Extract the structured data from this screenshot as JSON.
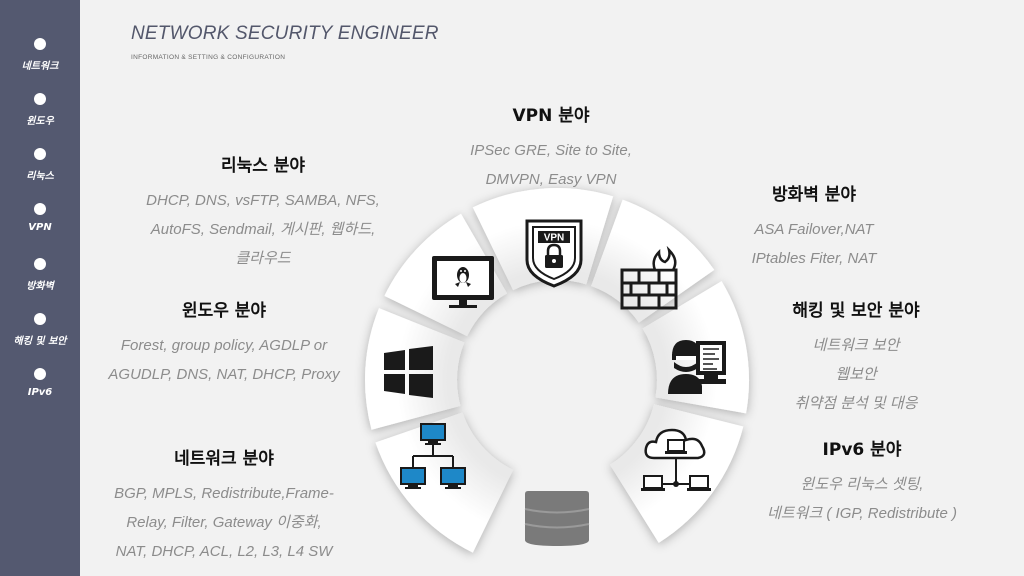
{
  "header": {
    "title": "NETWORK SECURITY ENGINEER",
    "subtitle": "INFORMATION & SETTING & CONFIGURATION"
  },
  "sidebar": {
    "items": [
      {
        "label": "네트워크"
      },
      {
        "label": "윈도우"
      },
      {
        "label": "리눅스"
      },
      {
        "label": "VPN"
      },
      {
        "label": "방화벽"
      },
      {
        "label": "해킹 및 보안"
      },
      {
        "label": "IPv6"
      }
    ]
  },
  "categories": {
    "vpn": {
      "title": "VPN 분야",
      "lines": [
        "IPSec GRE, Site to Site,",
        "DMVPN, Easy VPN"
      ]
    },
    "linux": {
      "title": "리눅스 분야",
      "lines": [
        "DHCP, DNS, vsFTP, SAMBA, NFS,",
        "AutoFS, Sendmail, 게시판, 웹하드,",
        "클라우드"
      ]
    },
    "firewall": {
      "title": "방화벽 분야",
      "lines": [
        "ASA Failover,NAT",
        "IPtables Fiter, NAT"
      ]
    },
    "windows": {
      "title": "윈도우 분야",
      "lines": [
        "Forest, group policy, AGDLP or",
        "AGUDLP, DNS, NAT, DHCP, Proxy"
      ]
    },
    "hacking": {
      "title": "해킹 및 보안 분야",
      "lines": [
        "네트워크 보안",
        "웹보안",
        "취약점 분석 및 대응"
      ]
    },
    "network": {
      "title": "네트워크 분야",
      "lines": [
        "BGP, MPLS, Redistribute,Frame-",
        "Relay, Filter, Gateway 이중화,",
        "NAT, DHCP, ACL, L2, L3, L4 SW"
      ]
    },
    "ipv6": {
      "title": "IPv6 분야",
      "lines": [
        "윈도우 리눅스 셋팅,",
        "네트워크 ( IGP, Redistribute )"
      ]
    }
  },
  "ring_icons": {
    "vpn_badge_text": "VPN",
    "icons": [
      "linux-monitor-icon",
      "vpn-shield-icon",
      "firewall-icon",
      "windows-icon",
      "hacker-icon",
      "network-topology-icon",
      "cloud-network-icon",
      "database-icon"
    ]
  },
  "colors": {
    "sidebar": "#545970",
    "background": "#f2f2f2",
    "title": "#53576b",
    "muted_text": "#8c8c8c",
    "segment": "#ffffff",
    "icon": "#1a1a1a",
    "accent_blue": "#1e88c8"
  }
}
